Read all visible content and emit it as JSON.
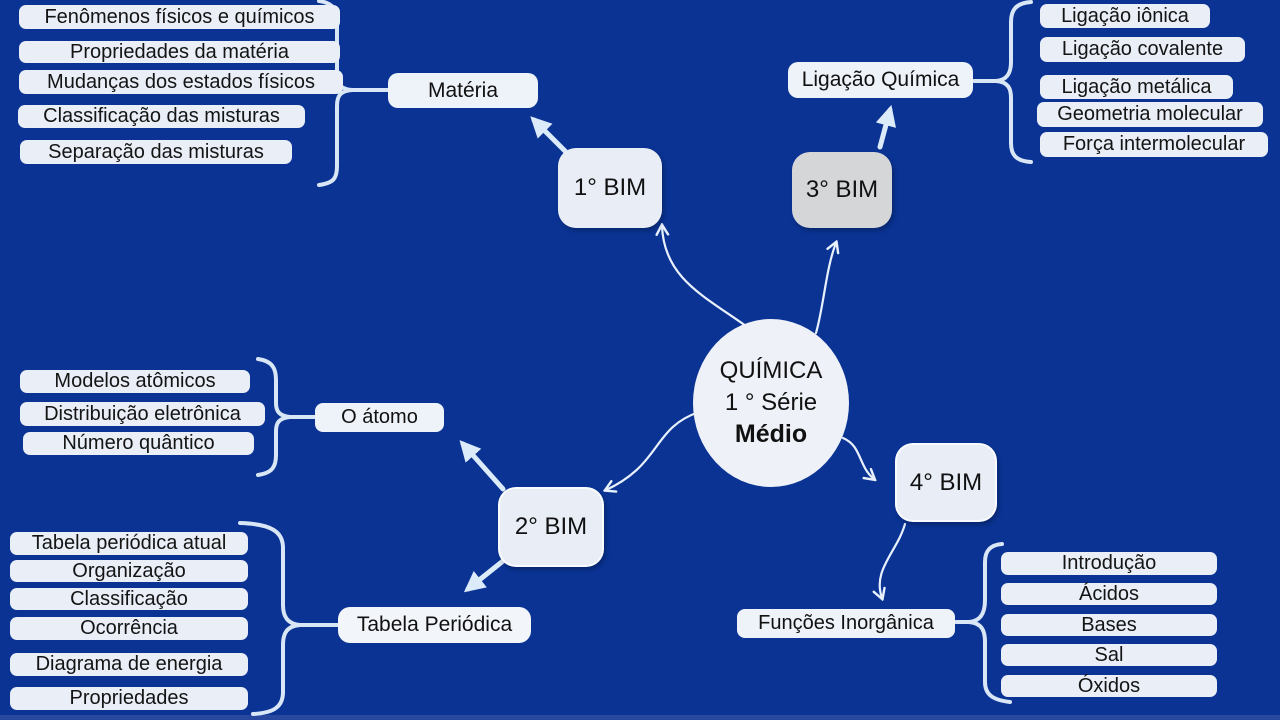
{
  "colors": {
    "background": "#0a3394",
    "node_fill": "#e9eef7",
    "bim_fill": "#e8edf6",
    "bim3_fill": "#d5d6d8",
    "ellipse_fill": "#eef1f8",
    "connector": "#d8e6f6",
    "arrow_thick": "#dcebfa",
    "arrow_thin": "#e8f1fb",
    "text": "#141414"
  },
  "center": {
    "line1": "QUÍMICA",
    "line2": "1 ° Série",
    "line3": "Médio"
  },
  "bims": [
    "1° BIM",
    "2° BIM",
    "3° BIM",
    "4° BIM"
  ],
  "branches": [
    {
      "topic": "Matéria",
      "items": [
        "Fenômenos físicos e químicos",
        "Propriedades da matéria",
        "Mudanças dos estados físicos",
        "Classificação das misturas",
        "Separação das misturas"
      ]
    },
    {
      "topic": "Ligação Química",
      "items": [
        "Ligação iônica",
        "Ligação covalente",
        "Ligação metálica",
        "Geometria molecular",
        "Força intermolecular"
      ]
    },
    {
      "topic": "O átomo",
      "items": [
        "Modelos atômicos",
        "Distribuição eletrônica",
        "Número quântico"
      ]
    },
    {
      "topic": "Tabela Periódica",
      "items": [
        "Tabela periódica atual",
        "Organização",
        "Classificação",
        "Ocorrência",
        "Diagrama de energia",
        "Propriedades"
      ]
    },
    {
      "topic": "Funções Inorgânica",
      "items": [
        "Introdução",
        "Ácidos",
        "Bases",
        "Sal",
        "Óxidos"
      ]
    }
  ]
}
